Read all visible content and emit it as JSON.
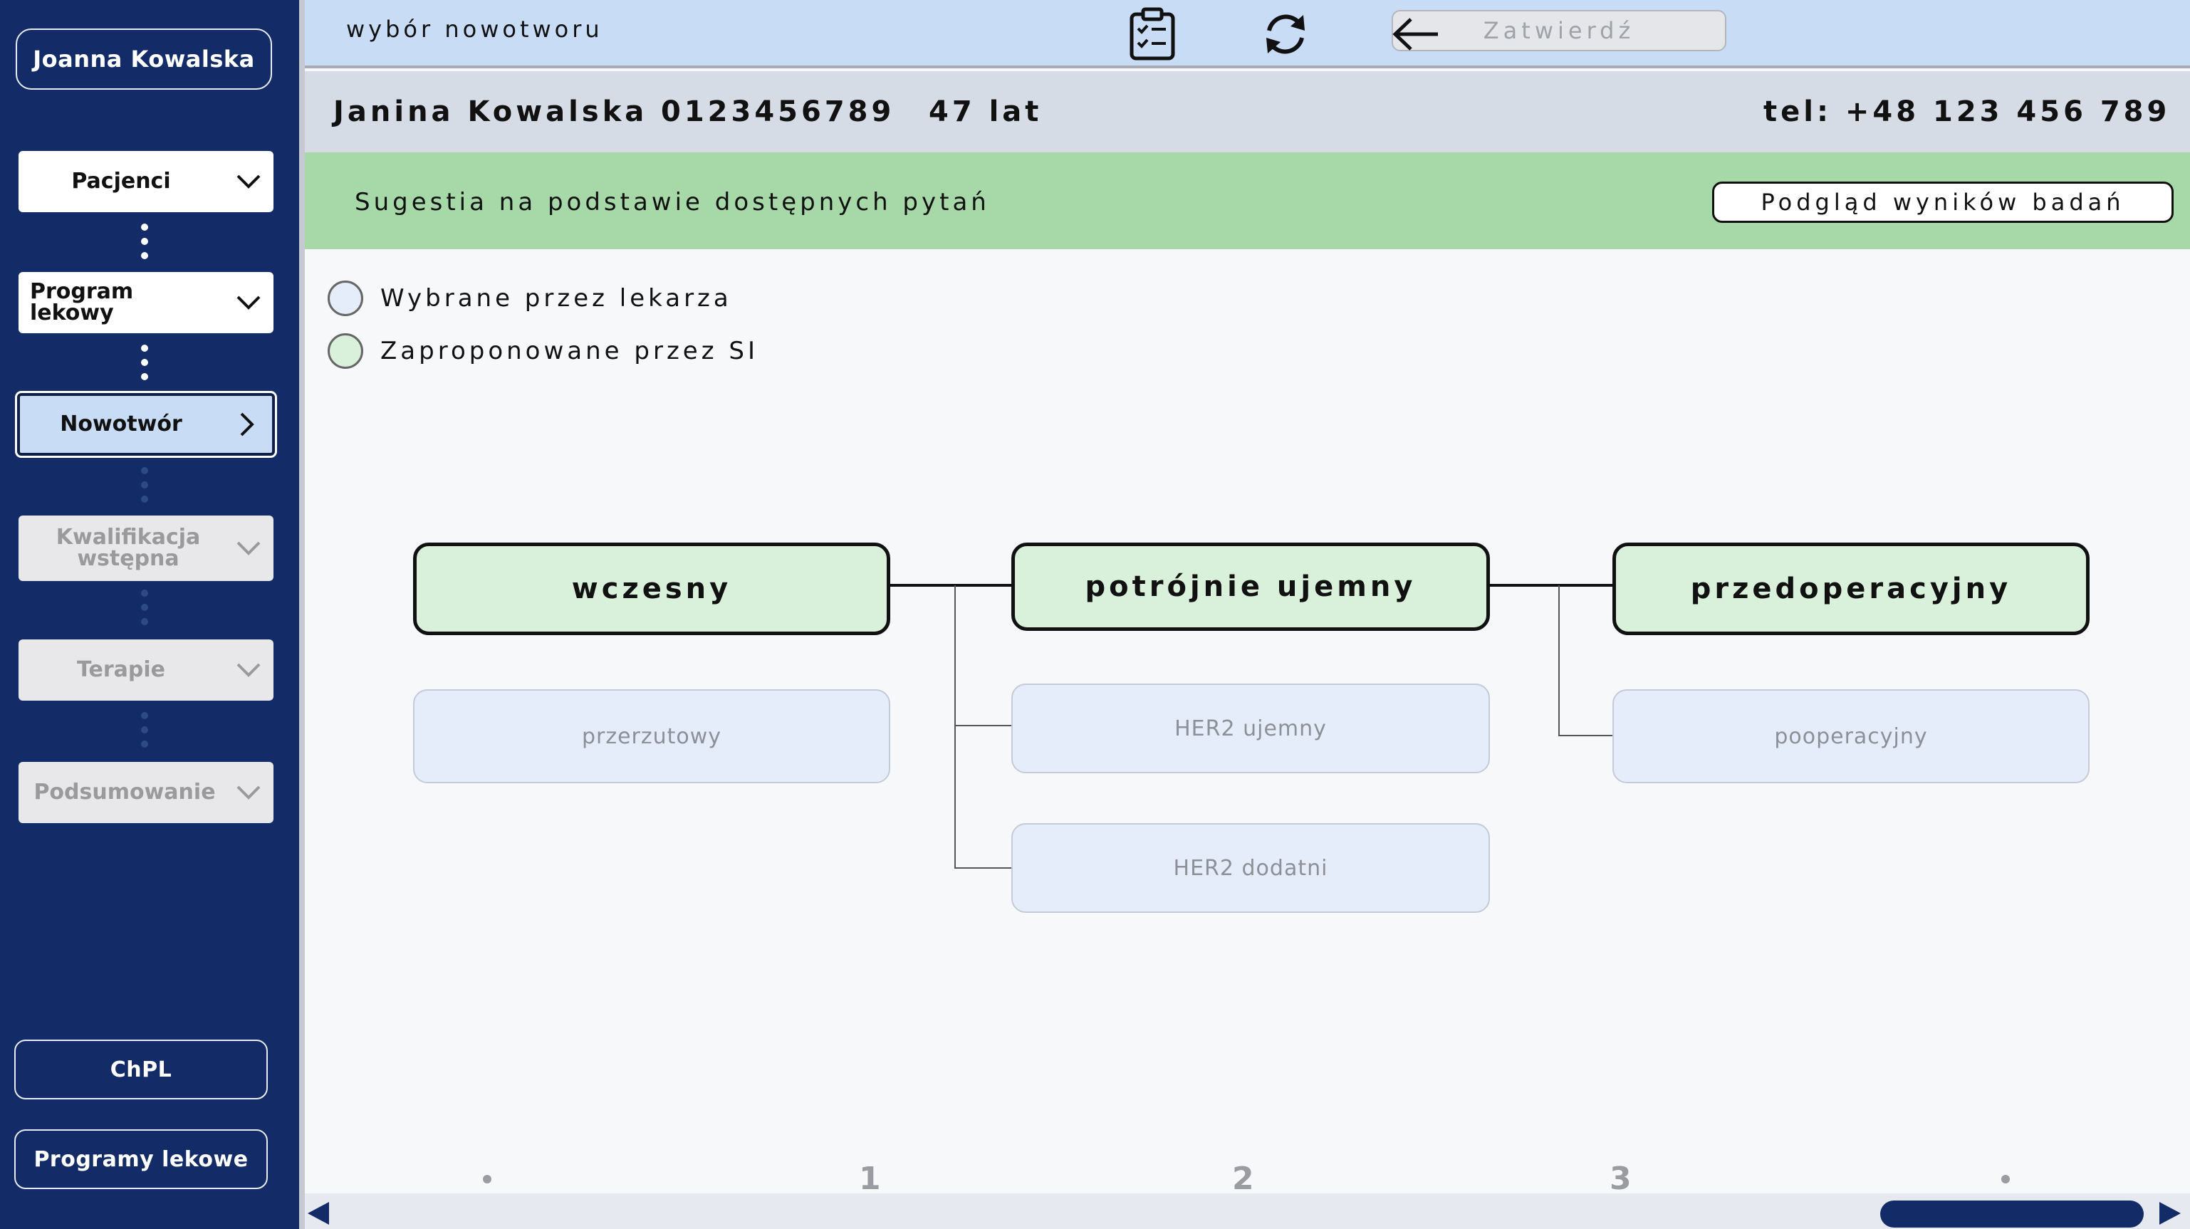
{
  "sidebar": {
    "user_name": "Joanna Kowalska",
    "items": [
      {
        "label": "Pacjenci",
        "state": "normal",
        "icon": "chevron-down-icon"
      },
      {
        "label": "Program lekowy",
        "state": "normal",
        "icon": "chevron-down-icon"
      },
      {
        "label": "Nowotwór",
        "state": "active",
        "icon": "chevron-right-icon"
      },
      {
        "label": "Kwalifikacja wstępna",
        "state": "disabled",
        "icon": "chevron-down-icon"
      },
      {
        "label": "Terapie",
        "state": "disabled",
        "icon": "chevron-down-icon"
      },
      {
        "label": "Podsumowanie",
        "state": "disabled",
        "icon": "chevron-down-icon"
      }
    ],
    "bottom": {
      "chpl": "ChPL",
      "programs": "Programy lekowe"
    }
  },
  "topbar": {
    "title": "wybór nowotworu",
    "confirm_label": "Zatwierdź",
    "icons": [
      "clipboard-checklist-icon",
      "refresh-icon",
      "back-arrow-icon"
    ]
  },
  "patient": {
    "name": "Janina Kowalska",
    "id": "0123456789",
    "age": "47 lat",
    "phone": "tel: +48 123 456 789"
  },
  "suggestion": {
    "text": "Sugestia na podstawie dostępnych pytań",
    "results_button": "Podgląd wyników badań"
  },
  "legend": [
    {
      "label": "Wybrane przez lekarza",
      "color": "#e6edfa"
    },
    {
      "label": "Zaproponowane przez SI",
      "color": "#d9f1db"
    }
  ],
  "tree": {
    "columns": [
      {
        "main": "wczesny",
        "options": [
          "przerzutowy"
        ]
      },
      {
        "main": "potrójnie ujemny",
        "options": [
          "HER2 ujemny",
          "HER2 dodatni"
        ]
      },
      {
        "main": "przedoperacyjny",
        "options": [
          "pooperacyjny"
        ]
      }
    ]
  },
  "pagination": {
    "steps": [
      "1",
      "2",
      "3"
    ]
  },
  "colors": {
    "sidebar": "#132c67",
    "topbar": "#c9dcf6",
    "suggest": "#a6d8a8",
    "ai_node": "#d9f1db",
    "option_node": "#e6edfa"
  }
}
